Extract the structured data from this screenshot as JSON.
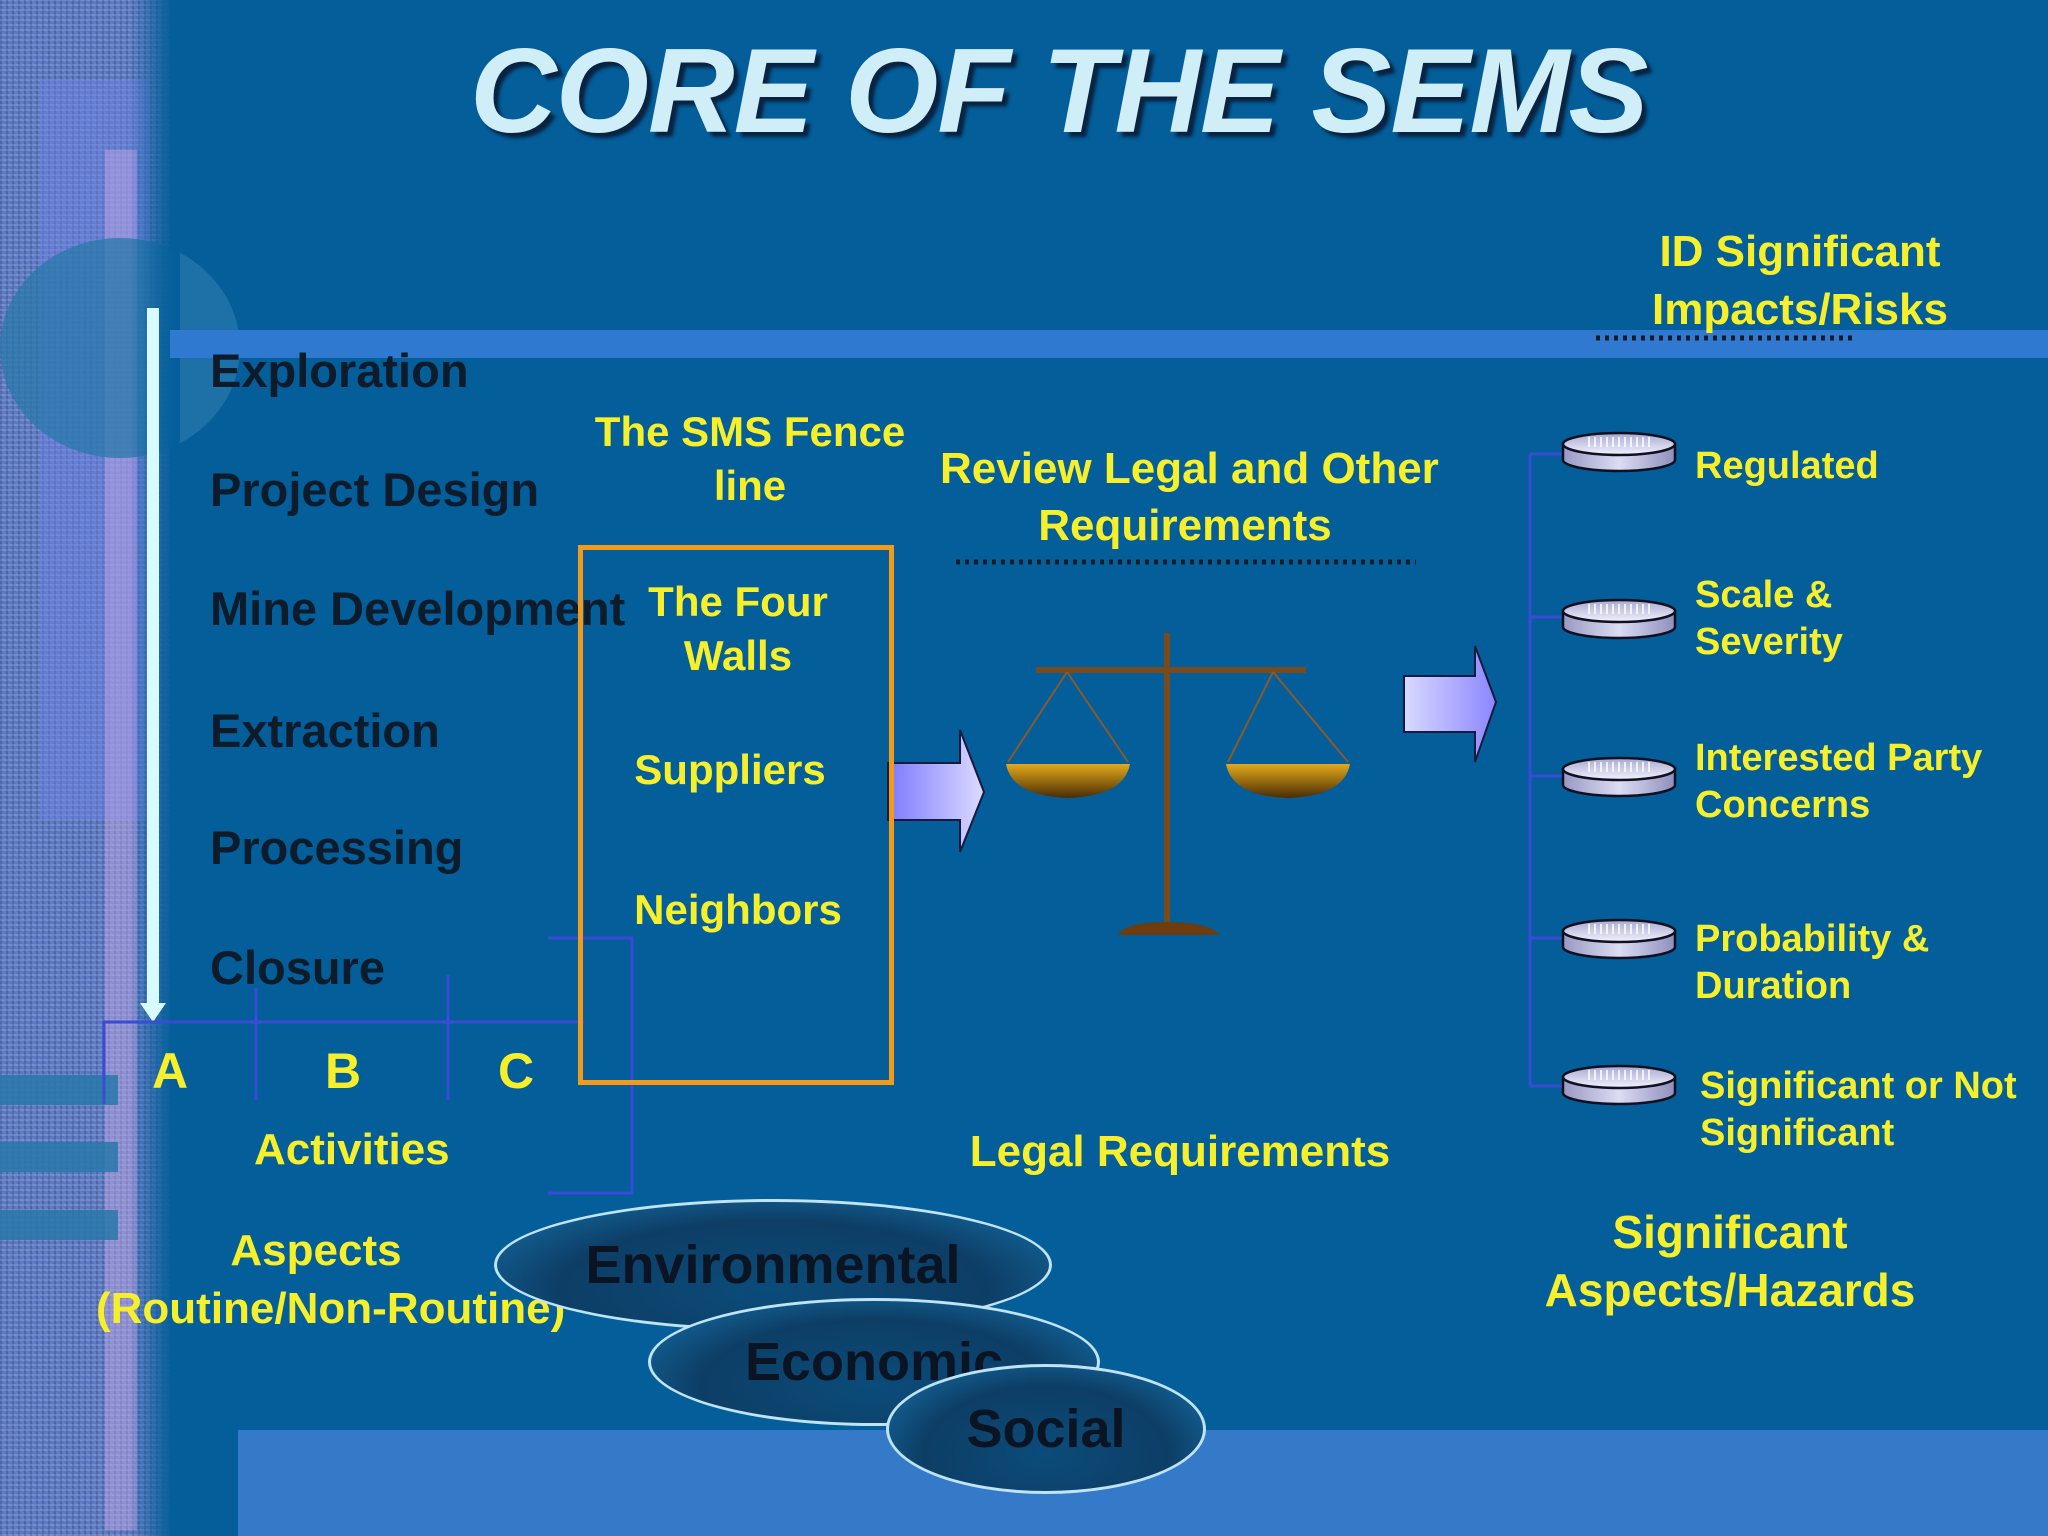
{
  "title": "CORE OF THE SEMS",
  "activities": [
    "Exploration",
    "Project Design",
    "Mine Development",
    "Extraction",
    "Processing",
    "Closure"
  ],
  "axis_letters": [
    "A",
    "B",
    "C"
  ],
  "activities_label": "Activities",
  "aspects_label_line1": "Aspects",
  "aspects_label_line2": "(Routine/Non-Routine)",
  "fence_label_line1": "The SMS Fence",
  "fence_label_line2": "line",
  "box_items": {
    "four_walls_line1": "The Four",
    "four_walls_line2": "Walls",
    "suppliers": "Suppliers",
    "neighbors": "Neighbors"
  },
  "review_line1": "Review Legal and  Other",
  "review_line2": "Requirements",
  "legal_requirements": "Legal Requirements",
  "id_significant_line1": "ID Significant",
  "id_significant_line2": "Impacts/Risks",
  "criteria": [
    {
      "line1": "Regulated",
      "line2": ""
    },
    {
      "line1": "Scale &",
      "line2": "Severity"
    },
    {
      "line1": "Interested Party",
      "line2": "Concerns"
    },
    {
      "line1": "Probability &",
      "line2": "Duration"
    },
    {
      "line1": "Significant or Not",
      "line2": "Significant"
    }
  ],
  "significant_line1": "Significant",
  "significant_line2": "Aspects/Hazards",
  "ovals": {
    "environmental": "Environmental",
    "economic": "Economic",
    "social": "Social"
  },
  "colors": {
    "background": "#035e9a",
    "label_yellow": "#f7ef2a",
    "fence_orange": "#f19a1b",
    "title": "#cfeef8"
  }
}
